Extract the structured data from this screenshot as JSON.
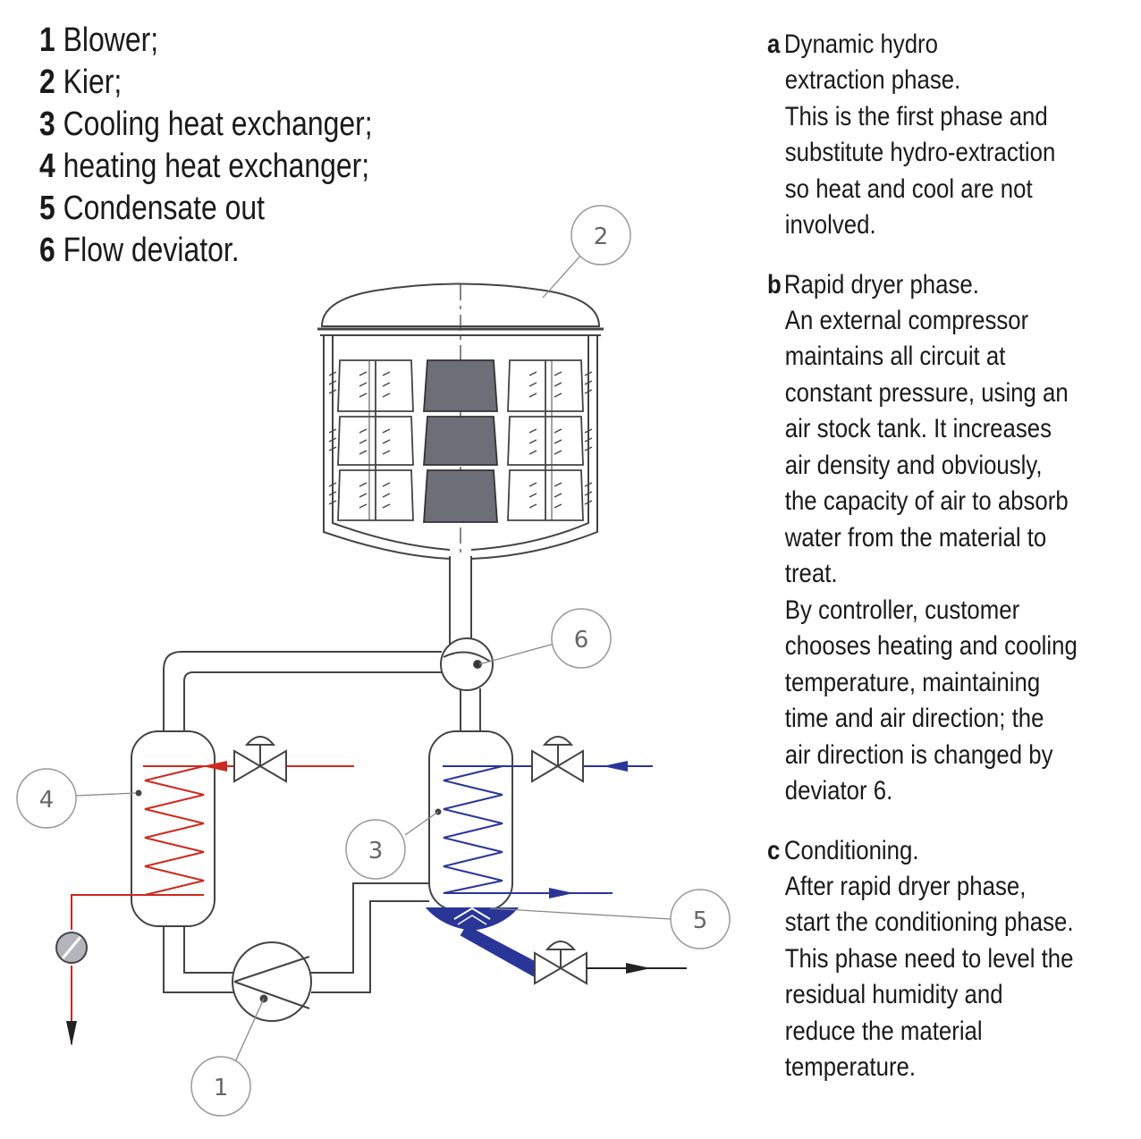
{
  "legend": [
    {
      "num": "1",
      "text": "Blower;"
    },
    {
      "num": "2",
      "text": "Kier;"
    },
    {
      "num": "3",
      "text": "Cooling heat exchanger;"
    },
    {
      "num": "4",
      "text": "heating heat exchanger;"
    },
    {
      "num": "5",
      "text": "Condensate out"
    },
    {
      "num": "6",
      "text": "Flow deviator."
    }
  ],
  "phases": [
    {
      "letter": "a",
      "title": "Dynamic hydro",
      "lines": [
        "extraction phase.",
        "This is the first phase and",
        "substitute hydro-extraction",
        "so heat and cool are not",
        "involved."
      ]
    },
    {
      "letter": "b",
      "title": "Rapid dryer phase.",
      "lines": [
        "An external compressor",
        "maintains all circuit at",
        "constant pressure, using an",
        "air stock tank. It increases",
        "air density and obviously,",
        "the capacity of air to absorb",
        "water from the material to",
        "treat.",
        "By controller, customer",
        "chooses heating and cooling",
        "temperature, maintaining",
        "time and air direction; the",
        "air direction is changed by",
        "deviator 6."
      ]
    },
    {
      "letter": "c",
      "title": "Conditioning.",
      "lines": [
        "After rapid dryer phase,",
        "start the conditioning phase.",
        "This phase need to level the",
        "residual humidity and",
        "reduce the material",
        "temperature."
      ]
    }
  ],
  "callouts": {
    "c1": "1",
    "c2": "2",
    "c3": "3",
    "c4": "4",
    "c5": "5",
    "c6": "6"
  },
  "colors": {
    "heating": "#cc2a1f",
    "cooling": "#2a3598",
    "line": "#444444",
    "callout": "#888888"
  }
}
